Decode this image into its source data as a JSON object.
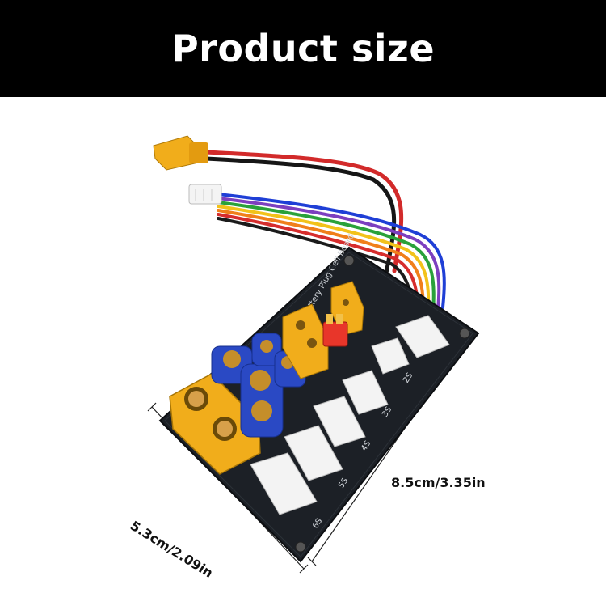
{
  "header": {
    "title": "Product size"
  },
  "dimensions": {
    "width_label": "5.3cm/2.09in",
    "length_label": "8.5cm/3.35in"
  },
  "board": {
    "silkscreen_text": "Battery Plug Cell Board",
    "port_labels": [
      "2S",
      "3S",
      "4S",
      "5S",
      "6S"
    ]
  },
  "colors": {
    "header_bg": "#000000",
    "header_text": "#ffffff",
    "board": "#1c2026",
    "xt_connector": "#f1ad1b",
    "ec_connector": "#2a49c4",
    "t_plug": "#e8362a",
    "balance_socket": "#f3f3f3"
  }
}
